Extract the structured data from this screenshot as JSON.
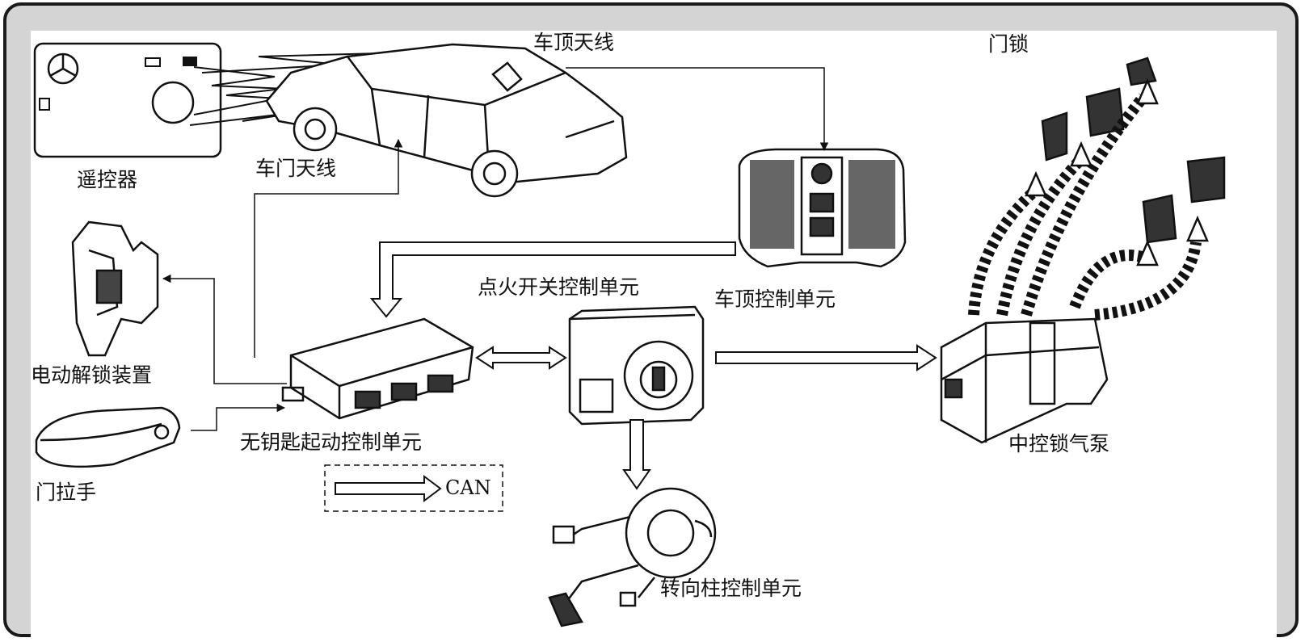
{
  "labels": {
    "remote": "遥控器",
    "door_antenna": "车门天线",
    "roof_antenna": "车顶天线",
    "door_lock": "门锁",
    "roof_control_unit": "车顶控制单元",
    "ignition_control_unit": "点火开关控制单元",
    "keyless_control_unit": "无钥匙起动控制单元",
    "electric_unlock": "电动解锁装置",
    "door_handle": "门拉手",
    "can_legend": "CAN",
    "central_lock_pump": "中控锁气泵",
    "steering_column_unit": "转向柱控制单元"
  }
}
